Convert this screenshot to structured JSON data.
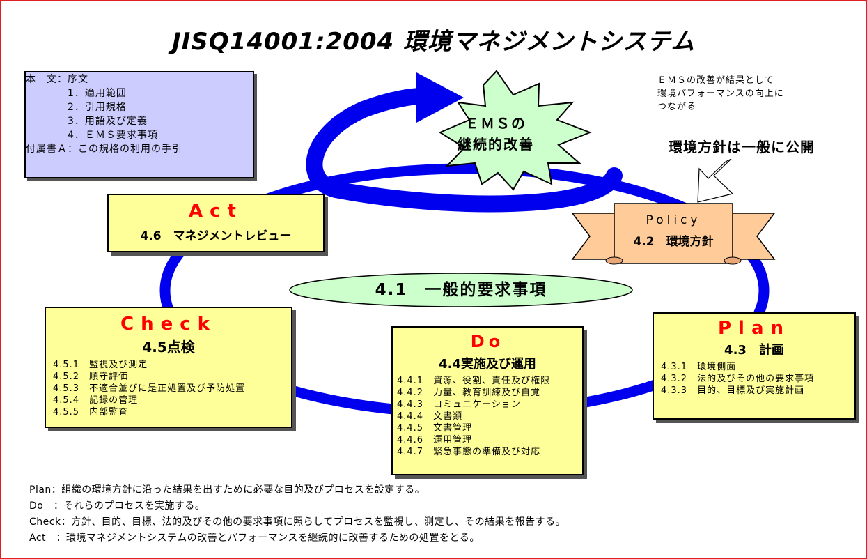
{
  "title": "JISQ14001:2004 環境マネジメントシステム",
  "toc": [
    "本　文：序文",
    "　　　　1．適用範囲",
    "　　　　2．引用規格",
    "　　　　3．用語及び定義",
    "　　　　4．ＥＭＳ要求事項",
    "付属書Ａ：この規格の利用の手引"
  ],
  "ems_note": [
    "ＥＭＳの改善が結果として",
    "環境パフォーマンスの向上に",
    "つながる"
  ],
  "policy_public": "環境方針は一般に公開",
  "ems_star": [
    "ＥＭＳの",
    "継続的改善"
  ],
  "policy": {
    "label": "Policy",
    "title": "4.2　環境方針"
  },
  "act": {
    "label": "Act",
    "title": "4.6　マネジメントレビュー"
  },
  "general": "4.1　一般的要求事項",
  "check": {
    "label": "Check",
    "title": "4.5点検",
    "items": [
      "4.5.1　監視及び測定",
      "4.5.2　順守評価",
      "4.5.3　不適合並びに是正処置及び予防処置",
      "4.5.4　記録の管理",
      "4.5.5　内部監査"
    ]
  },
  "do": {
    "label": "Do",
    "title": "4.4実施及び運用",
    "items": [
      "4.4.1　資源、役割、責任及び権限",
      "4.4.2　力量、教育訓練及び自覚",
      "4.4.3　コミュニケーション",
      "4.4.4　文書類",
      "4.4.5　文書管理",
      "4.4.6　運用管理",
      "4.4.7　緊急事態の準備及び対応"
    ]
  },
  "plan": {
    "label": "Plan",
    "title": "4.3　計画",
    "items": [
      "4.3.1　環境側面",
      "4.3.2　法的及びその他の要求事項",
      "4.3.3　目的、目標及び実施計画"
    ]
  },
  "footer": [
    "Plan：組織の環境方針に沿った結果を出すために必要な目的及びプロセスを設定する。",
    "Do　：それらのプロセスを実施する。",
    "Check：方針、目的、目標、法的及びその他の要求事項に照らしてプロセスを監視し、測定し、その結果を報告する。",
    "Act　：環境マネジメントシステムの改善とパフォーマンスを継続的に改善するための処置をとる。"
  ],
  "colors": {
    "cycle": "#0000ee",
    "box": "#ffff99",
    "toc": "#ccccff",
    "star": "#ccffcc",
    "ellipse": "#ccffcc",
    "ribbon": "#ffcc99",
    "phase_label": "#ff0000",
    "frame": "#e02020"
  }
}
